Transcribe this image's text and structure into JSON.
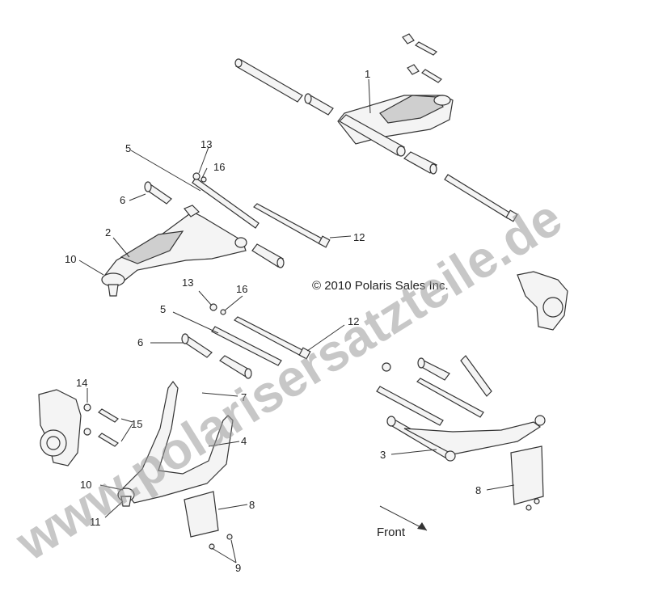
{
  "copyright": "© 2010 Polaris Sales Inc.",
  "front_label": "Front",
  "watermark": "www.polarisersatzteile.de",
  "callouts": [
    {
      "id": "c1",
      "text": "1"
    },
    {
      "id": "c2",
      "text": "2"
    },
    {
      "id": "c3",
      "text": "3"
    },
    {
      "id": "c4",
      "text": "4"
    },
    {
      "id": "c5a",
      "text": "5"
    },
    {
      "id": "c5b",
      "text": "5"
    },
    {
      "id": "c6a",
      "text": "6"
    },
    {
      "id": "c6b",
      "text": "6"
    },
    {
      "id": "c7",
      "text": "7"
    },
    {
      "id": "c8a",
      "text": "8"
    },
    {
      "id": "c8b",
      "text": "8"
    },
    {
      "id": "c9",
      "text": "9"
    },
    {
      "id": "c10a",
      "text": "10"
    },
    {
      "id": "c10b",
      "text": "10"
    },
    {
      "id": "c11",
      "text": "11"
    },
    {
      "id": "c12a",
      "text": "12"
    },
    {
      "id": "c12b",
      "text": "12"
    },
    {
      "id": "c13a",
      "text": "13"
    },
    {
      "id": "c13b",
      "text": "13"
    },
    {
      "id": "c14",
      "text": "14"
    },
    {
      "id": "c15",
      "text": "15"
    },
    {
      "id": "c16a",
      "text": "16"
    },
    {
      "id": "c16b",
      "text": "16"
    }
  ]
}
